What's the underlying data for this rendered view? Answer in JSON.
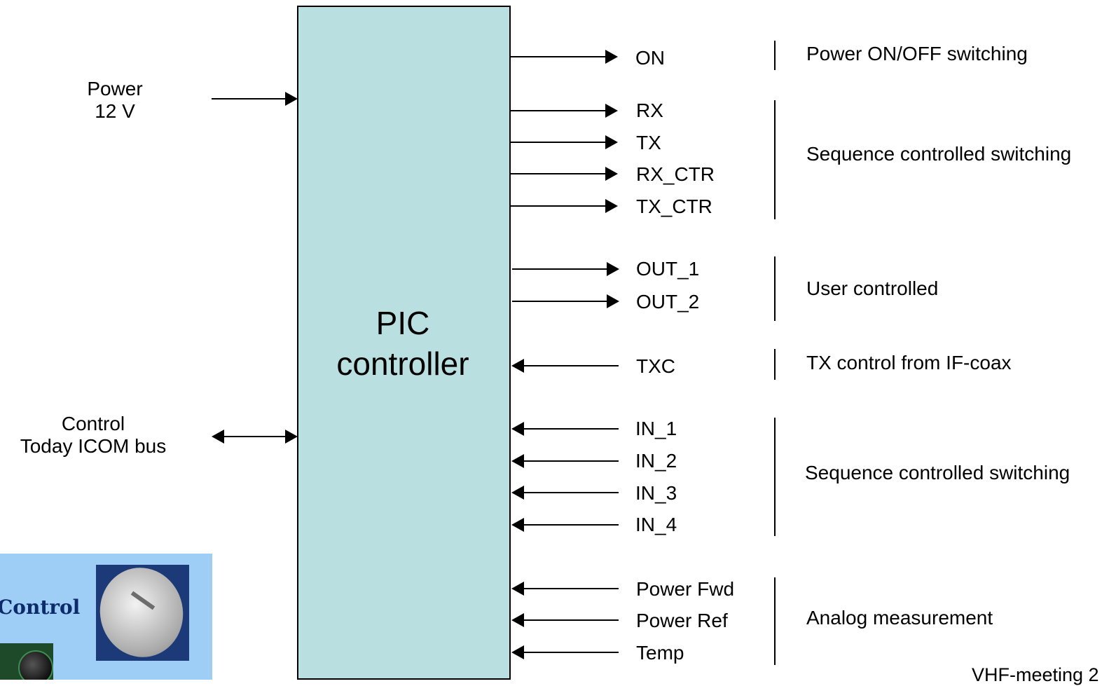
{
  "controller": {
    "line1": "PIC",
    "line2": "controller"
  },
  "inputs_left": [
    {
      "line1": "Power",
      "line2": "12 V"
    },
    {
      "line1": "Control",
      "line2": "Today ICOM bus"
    }
  ],
  "signals": [
    {
      "label": "ON",
      "direction": "out"
    },
    {
      "label": "RX",
      "direction": "out"
    },
    {
      "label": "TX",
      "direction": "out"
    },
    {
      "label": "RX_CTR",
      "direction": "out"
    },
    {
      "label": "TX_CTR",
      "direction": "out"
    },
    {
      "label": "OUT_1",
      "direction": "out"
    },
    {
      "label": "OUT_2",
      "direction": "out"
    },
    {
      "label": "TXC",
      "direction": "in"
    },
    {
      "label": "IN_1",
      "direction": "in"
    },
    {
      "label": "IN_2",
      "direction": "in"
    },
    {
      "label": "IN_3",
      "direction": "in"
    },
    {
      "label": "IN_4",
      "direction": "in"
    },
    {
      "label": "Power Fwd",
      "direction": "in"
    },
    {
      "label": "Power Ref",
      "direction": "in"
    },
    {
      "label": "Temp",
      "direction": "in"
    }
  ],
  "groups": [
    "Power ON/OFF switching",
    "Sequence controlled switching",
    "User controlled",
    "TX control from IF-coax",
    "Sequence controlled switching",
    "Analog measurement"
  ],
  "thumbnail": {
    "text": "Control"
  },
  "footer": "VHF-meeting 2",
  "colors": {
    "controller_fill": "#b9dfe1",
    "thumbnail_bg": "#9ecdf6",
    "line": "#000000"
  }
}
